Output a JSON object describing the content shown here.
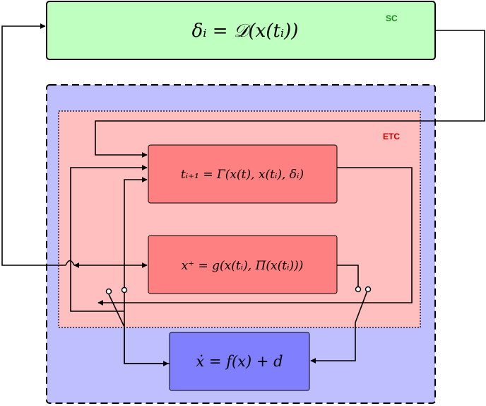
{
  "sc": {
    "label": "SC",
    "equation": "δᵢ = 𝒟(x(tᵢ))",
    "fill": "#bfffbf",
    "label_color": "#1a8a1a"
  },
  "outer_region": {
    "fill": "#bfbfff"
  },
  "etc": {
    "label": "ETC",
    "fill": "#ffbfbf",
    "label_color": "#cc0000"
  },
  "trigger_block": {
    "equation": "tᵢ₊₁ = Γ(x(t), x(tᵢ), δᵢ)",
    "fill": "#ff8080"
  },
  "reset_block": {
    "equation": "x⁺ = g(x(tᵢ), Π(x(tᵢ)))",
    "fill": "#ff8080"
  },
  "plant_block": {
    "equation": "ẋ = f(x) + d",
    "fill": "#8080ff"
  }
}
